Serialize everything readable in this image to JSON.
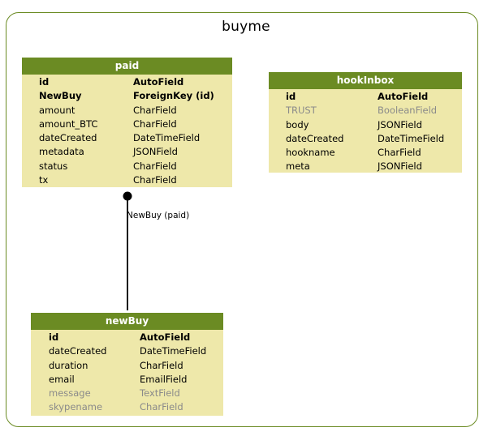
{
  "app": {
    "title": "buyme"
  },
  "models": {
    "paid": {
      "name": "paid",
      "fields": [
        {
          "name": "id",
          "type": "AutoField",
          "style": "key"
        },
        {
          "name": "NewBuy",
          "type": "ForeignKey (id)",
          "style": "key"
        },
        {
          "name": "amount",
          "type": "CharField",
          "style": "normal"
        },
        {
          "name": "amount_BTC",
          "type": "CharField",
          "style": "normal"
        },
        {
          "name": "dateCreated",
          "type": "DateTimeField",
          "style": "normal"
        },
        {
          "name": "metadata",
          "type": "JSONField",
          "style": "normal"
        },
        {
          "name": "status",
          "type": "CharField",
          "style": "normal"
        },
        {
          "name": "tx",
          "type": "CharField",
          "style": "normal"
        }
      ]
    },
    "hookInbox": {
      "name": "hookInbox",
      "fields": [
        {
          "name": "id",
          "type": "AutoField",
          "style": "key"
        },
        {
          "name": "TRUST",
          "type": "BooleanField",
          "style": "muted"
        },
        {
          "name": "body",
          "type": "JSONField",
          "style": "normal"
        },
        {
          "name": "dateCreated",
          "type": "DateTimeField",
          "style": "normal"
        },
        {
          "name": "hookname",
          "type": "CharField",
          "style": "normal"
        },
        {
          "name": "meta",
          "type": "JSONField",
          "style": "normal"
        }
      ]
    },
    "newBuy": {
      "name": "newBuy",
      "fields": [
        {
          "name": "id",
          "type": "AutoField",
          "style": "key"
        },
        {
          "name": "dateCreated",
          "type": "DateTimeField",
          "style": "normal"
        },
        {
          "name": "duration",
          "type": "CharField",
          "style": "normal"
        },
        {
          "name": "email",
          "type": "EmailField",
          "style": "normal"
        },
        {
          "name": "message",
          "type": "TextField",
          "style": "muted"
        },
        {
          "name": "skypename",
          "type": "CharField",
          "style": "muted"
        }
      ]
    }
  },
  "relations": [
    {
      "label": "NewBuy (paid)",
      "from": "paid",
      "to": "newBuy"
    }
  ],
  "colors": {
    "header": "#6b8b23",
    "body": "#eee8aa",
    "muted_text": "#8a8a8a"
  }
}
